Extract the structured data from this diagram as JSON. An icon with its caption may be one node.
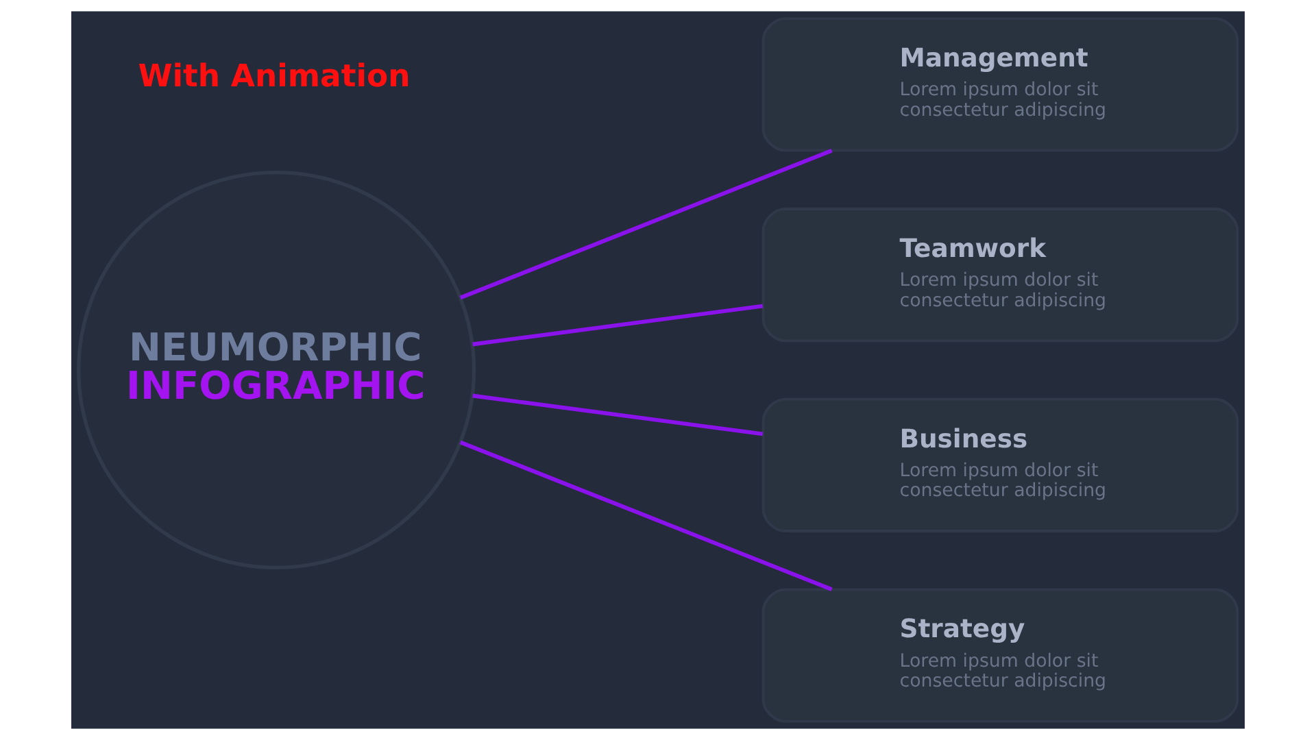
{
  "diagram": {
    "nodes": [
      {
        "text": [
          "NEUMORPHIC",
          "INFOGRAPHIC"
        ]
      },
      {
        "text": [
          "Management",
          "Lorem ipsum dolor sit consectetur adipiscing"
        ]
      },
      {
        "text": [
          "Teamwork",
          "Lorem ipsum dolor sit consectetur adipiscing"
        ]
      },
      {
        "text": [
          "Business",
          "Lorem ipsum dolor sit consectetur adipiscing"
        ]
      },
      {
        "text": [
          "Strategy",
          "Lorem ipsum dolor sit consectetur adipiscing"
        ]
      }
    ],
    "edges": [
      {
        "from": 0,
        "to": 1,
        "arrow": "none"
      },
      {
        "from": 0,
        "to": 2,
        "arrow": "none"
      },
      {
        "from": 0,
        "to": 3,
        "arrow": "none"
      },
      {
        "from": 0,
        "to": 4,
        "arrow": "none"
      }
    ],
    "labels": [
      "With Animation"
    ]
  }
}
